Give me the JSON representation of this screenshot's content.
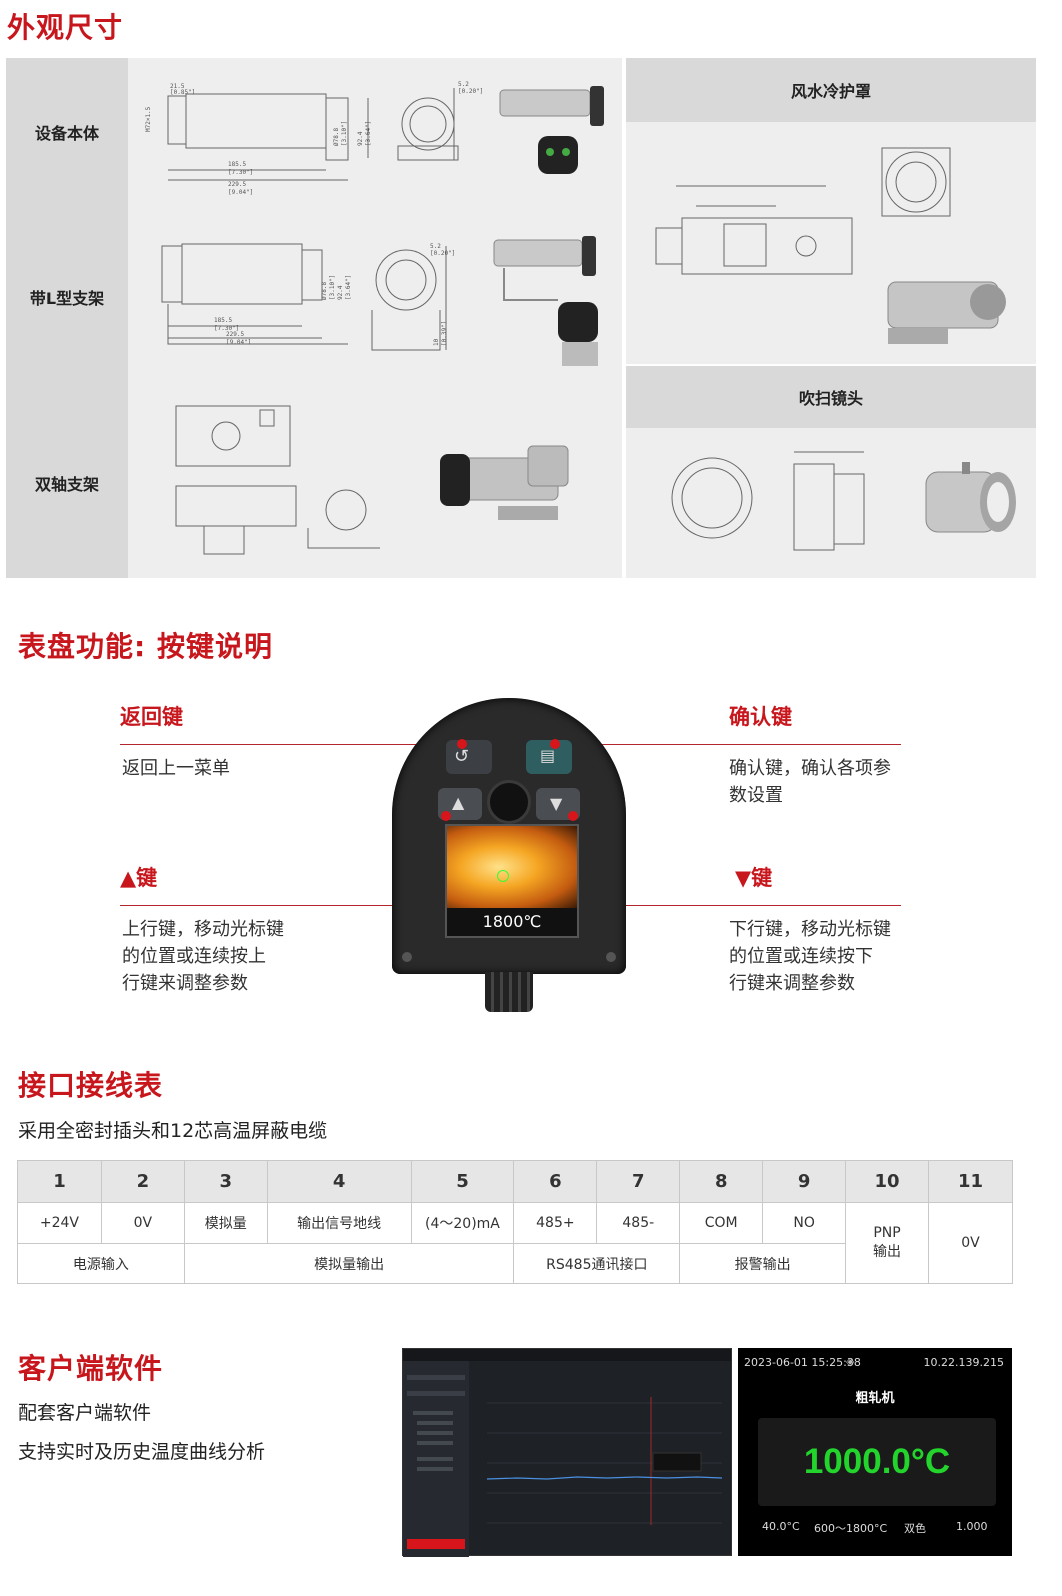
{
  "sections": {
    "dimensions": "外观尺寸",
    "keys": "表盘功能: 按键说明",
    "wiring": "接口接线表",
    "software": "客户端软件"
  },
  "dimensions": {
    "left_rows": [
      "设备本体",
      "带L型支架",
      "双轴支架"
    ],
    "right_heads": [
      "风水冷护罩",
      "吹扫镜头"
    ],
    "drawing_labels": {
      "row1": [
        "21.5",
        "[0.85\"]",
        "M72×1.5",
        "185.5",
        "[7.30\"]",
        "229.5",
        "[9.04\"]",
        "Ø78.8",
        "[3.10\"]",
        "92.4",
        "[3.64\"]",
        "5.2",
        "[0.20\"]"
      ],
      "row2": [
        "185.5",
        "[7.30\"]",
        "229.5",
        "[9.04\"]",
        "Ø78.8",
        "[3.10\"]",
        "92.4",
        "[3.64\"]",
        "5.2",
        "[0.20\"]",
        "10",
        "[0.39\"]"
      ]
    }
  },
  "keys": {
    "back": {
      "title": "返回键",
      "desc": [
        "返回上一菜单"
      ]
    },
    "confirm": {
      "title": "确认键",
      "desc": [
        "确认键，确认各项参",
        "数设置"
      ]
    },
    "up": {
      "title": "▲键",
      "desc": [
        "上行键，移动光标键",
        "的位置或连续按上",
        "行键来调整参数"
      ]
    },
    "down": {
      "title": "▼键",
      "desc": [
        "下行键，移动光标键",
        "的位置或连续按下",
        "行键来调整参数"
      ]
    },
    "screen_temp": "1800℃"
  },
  "wiring": {
    "subtitle": "采用全密封插头和12芯高温屏蔽电缆",
    "pins": [
      "1",
      "2",
      "3",
      "4",
      "5",
      "6",
      "7",
      "8",
      "9",
      "10",
      "11"
    ],
    "values": [
      "+24V",
      "0V",
      "模拟量",
      "输出信号地线",
      "(4～20)mA",
      "485+",
      "485-",
      "COM",
      "NO"
    ],
    "pnp": "PNP\n输出",
    "pin11": "0V",
    "groups": [
      "电源输入",
      "模拟量输出",
      "RS485通讯接口",
      "报警输出"
    ]
  },
  "software": {
    "lines": [
      "配套客户端软件",
      "支持实时及历史温度曲线分析"
    ],
    "panel": {
      "datetime": "2023-06-01 15:25:38",
      "ip": "10.22.139.215",
      "name": "粗轧机",
      "temperature": "1000.0°C",
      "bottom": [
        "40.0°C",
        "600～1800°C",
        "双色",
        "1.000"
      ]
    }
  },
  "colors": {
    "accent": "#c8161d",
    "panel_temp": "#23d42c"
  }
}
